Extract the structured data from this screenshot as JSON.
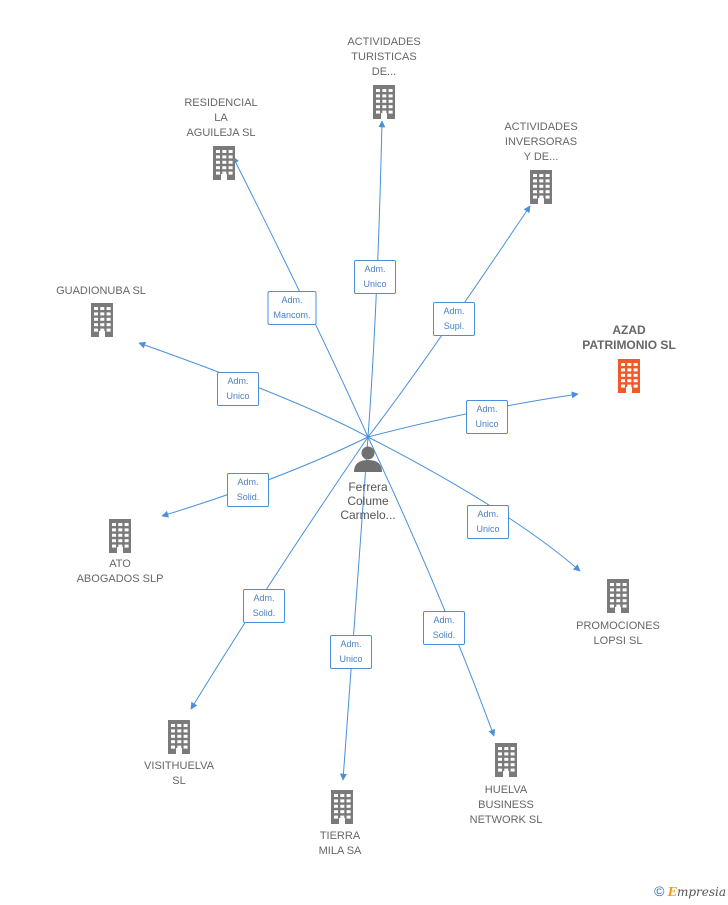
{
  "center": {
    "name": "Ferrera\nColume\nCarmelo..."
  },
  "companies": [
    {
      "id": "actividades-turisticas",
      "name": "ACTIVIDADES\nTURISTICAS\nDE...",
      "role": "Adm.\nUnico"
    },
    {
      "id": "residencial-la-aguileja",
      "name": "RESIDENCIAL\nLA\nAGUILEJA SL",
      "role": "Adm.\nMancom."
    },
    {
      "id": "actividades-inversoras",
      "name": "ACTIVIDADES\nINVERSORAS\nY DE...",
      "role": "Adm.\nSupl."
    },
    {
      "id": "guadionuba",
      "name": "GUADIONUBA SL",
      "role": "Adm.\nUnico"
    },
    {
      "id": "azad-patrimonio",
      "name": "AZAD\nPATRIMONIO SL",
      "role": "Adm.\nUnico",
      "highlight": true
    },
    {
      "id": "ato-abogados",
      "name": "ATO\nABOGADOS SLP",
      "role": "Adm.\nSolid."
    },
    {
      "id": "promociones-lopsi",
      "name": "PROMOCIONES\nLOPSI SL",
      "role": "Adm.\nUnico"
    },
    {
      "id": "visithuelva",
      "name": "VISITHUELVA\nSL",
      "role": "Adm.\nSolid."
    },
    {
      "id": "tierra-mila",
      "name": "TIERRA\nMILA SA",
      "role": "Adm.\nUnico"
    },
    {
      "id": "huelva-business-network",
      "name": "HUELVA\nBUSINESS\nNETWORK SL",
      "role": "Adm.\nSolid."
    }
  ],
  "colors": {
    "edge": "#4a90d9",
    "building": "#7a7a7a",
    "highlight": "#f05a28",
    "person": "#707070"
  },
  "footer": {
    "copyright": "©",
    "brand_initial": "E",
    "brand_rest": "mpresia"
  }
}
